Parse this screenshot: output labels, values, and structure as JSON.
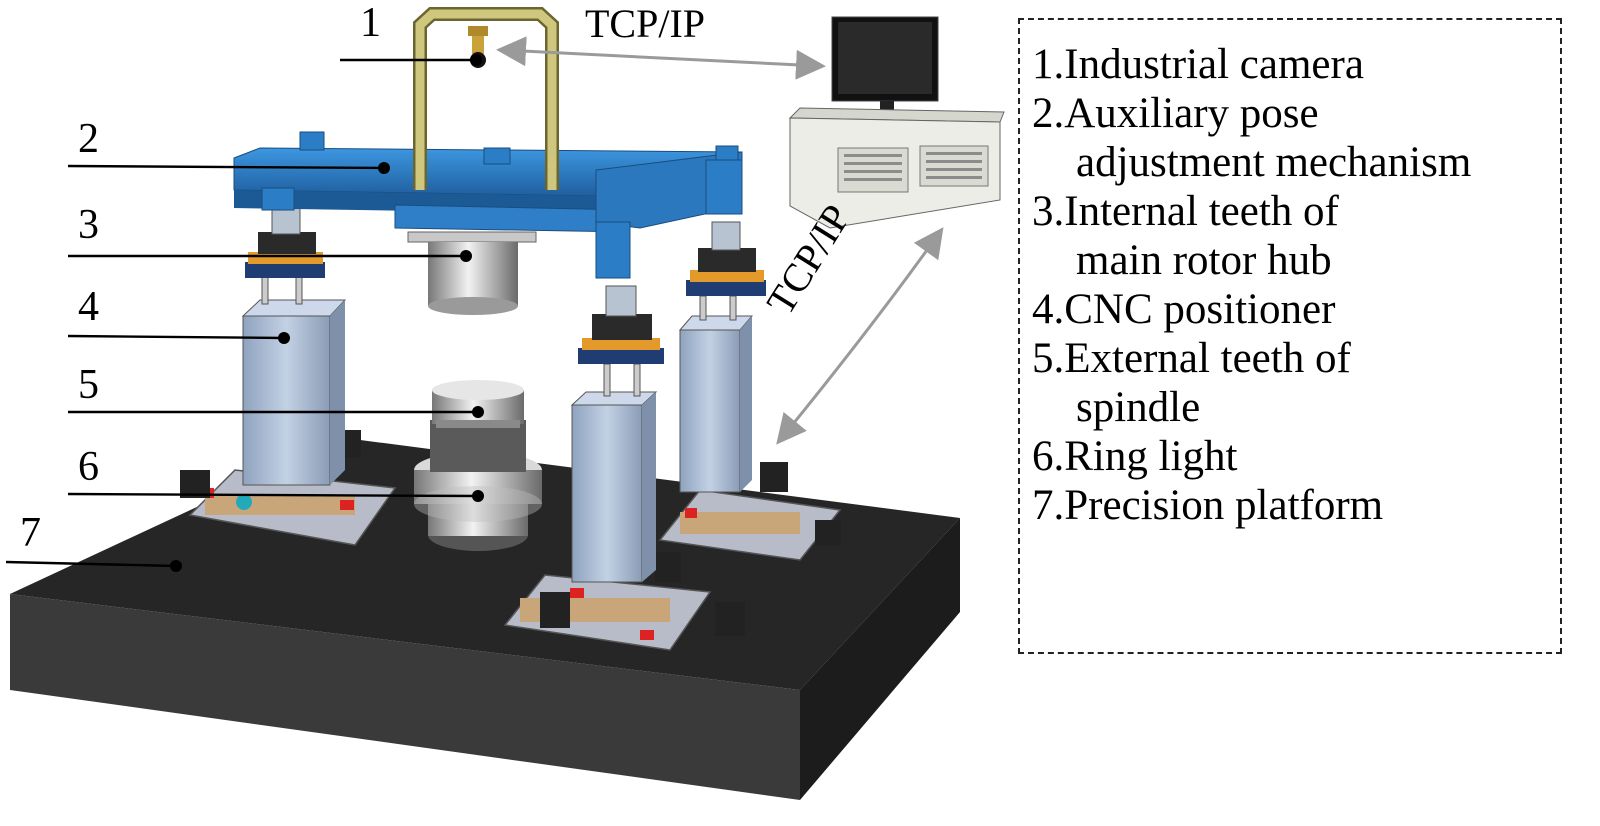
{
  "labels": {
    "n1": "1",
    "n2": "2",
    "n3": "3",
    "n4": "4",
    "n5": "5",
    "n6": "6",
    "n7": "7"
  },
  "tcp_top": "TCP/IP",
  "tcp_side": "TCP/IP",
  "legend": {
    "l1": "1.Industrial camera",
    "l2a": "2.Auxiliary pose",
    "l2b": "adjustment mechanism",
    "l3a": "3.Internal teeth of",
    "l3b": "main rotor hub",
    "l4": "4.CNC positioner",
    "l5a": "5.External teeth of",
    "l5b": "spindle",
    "l6": "6.Ring light",
    "l7": "7.Precision platform"
  },
  "colors": {
    "frame_blue": "#2f7fc8",
    "platform": "#2b2b2b",
    "column": "#aebfd6",
    "camera_mount": "#c8c27a",
    "pc_case": "#ecede6"
  }
}
